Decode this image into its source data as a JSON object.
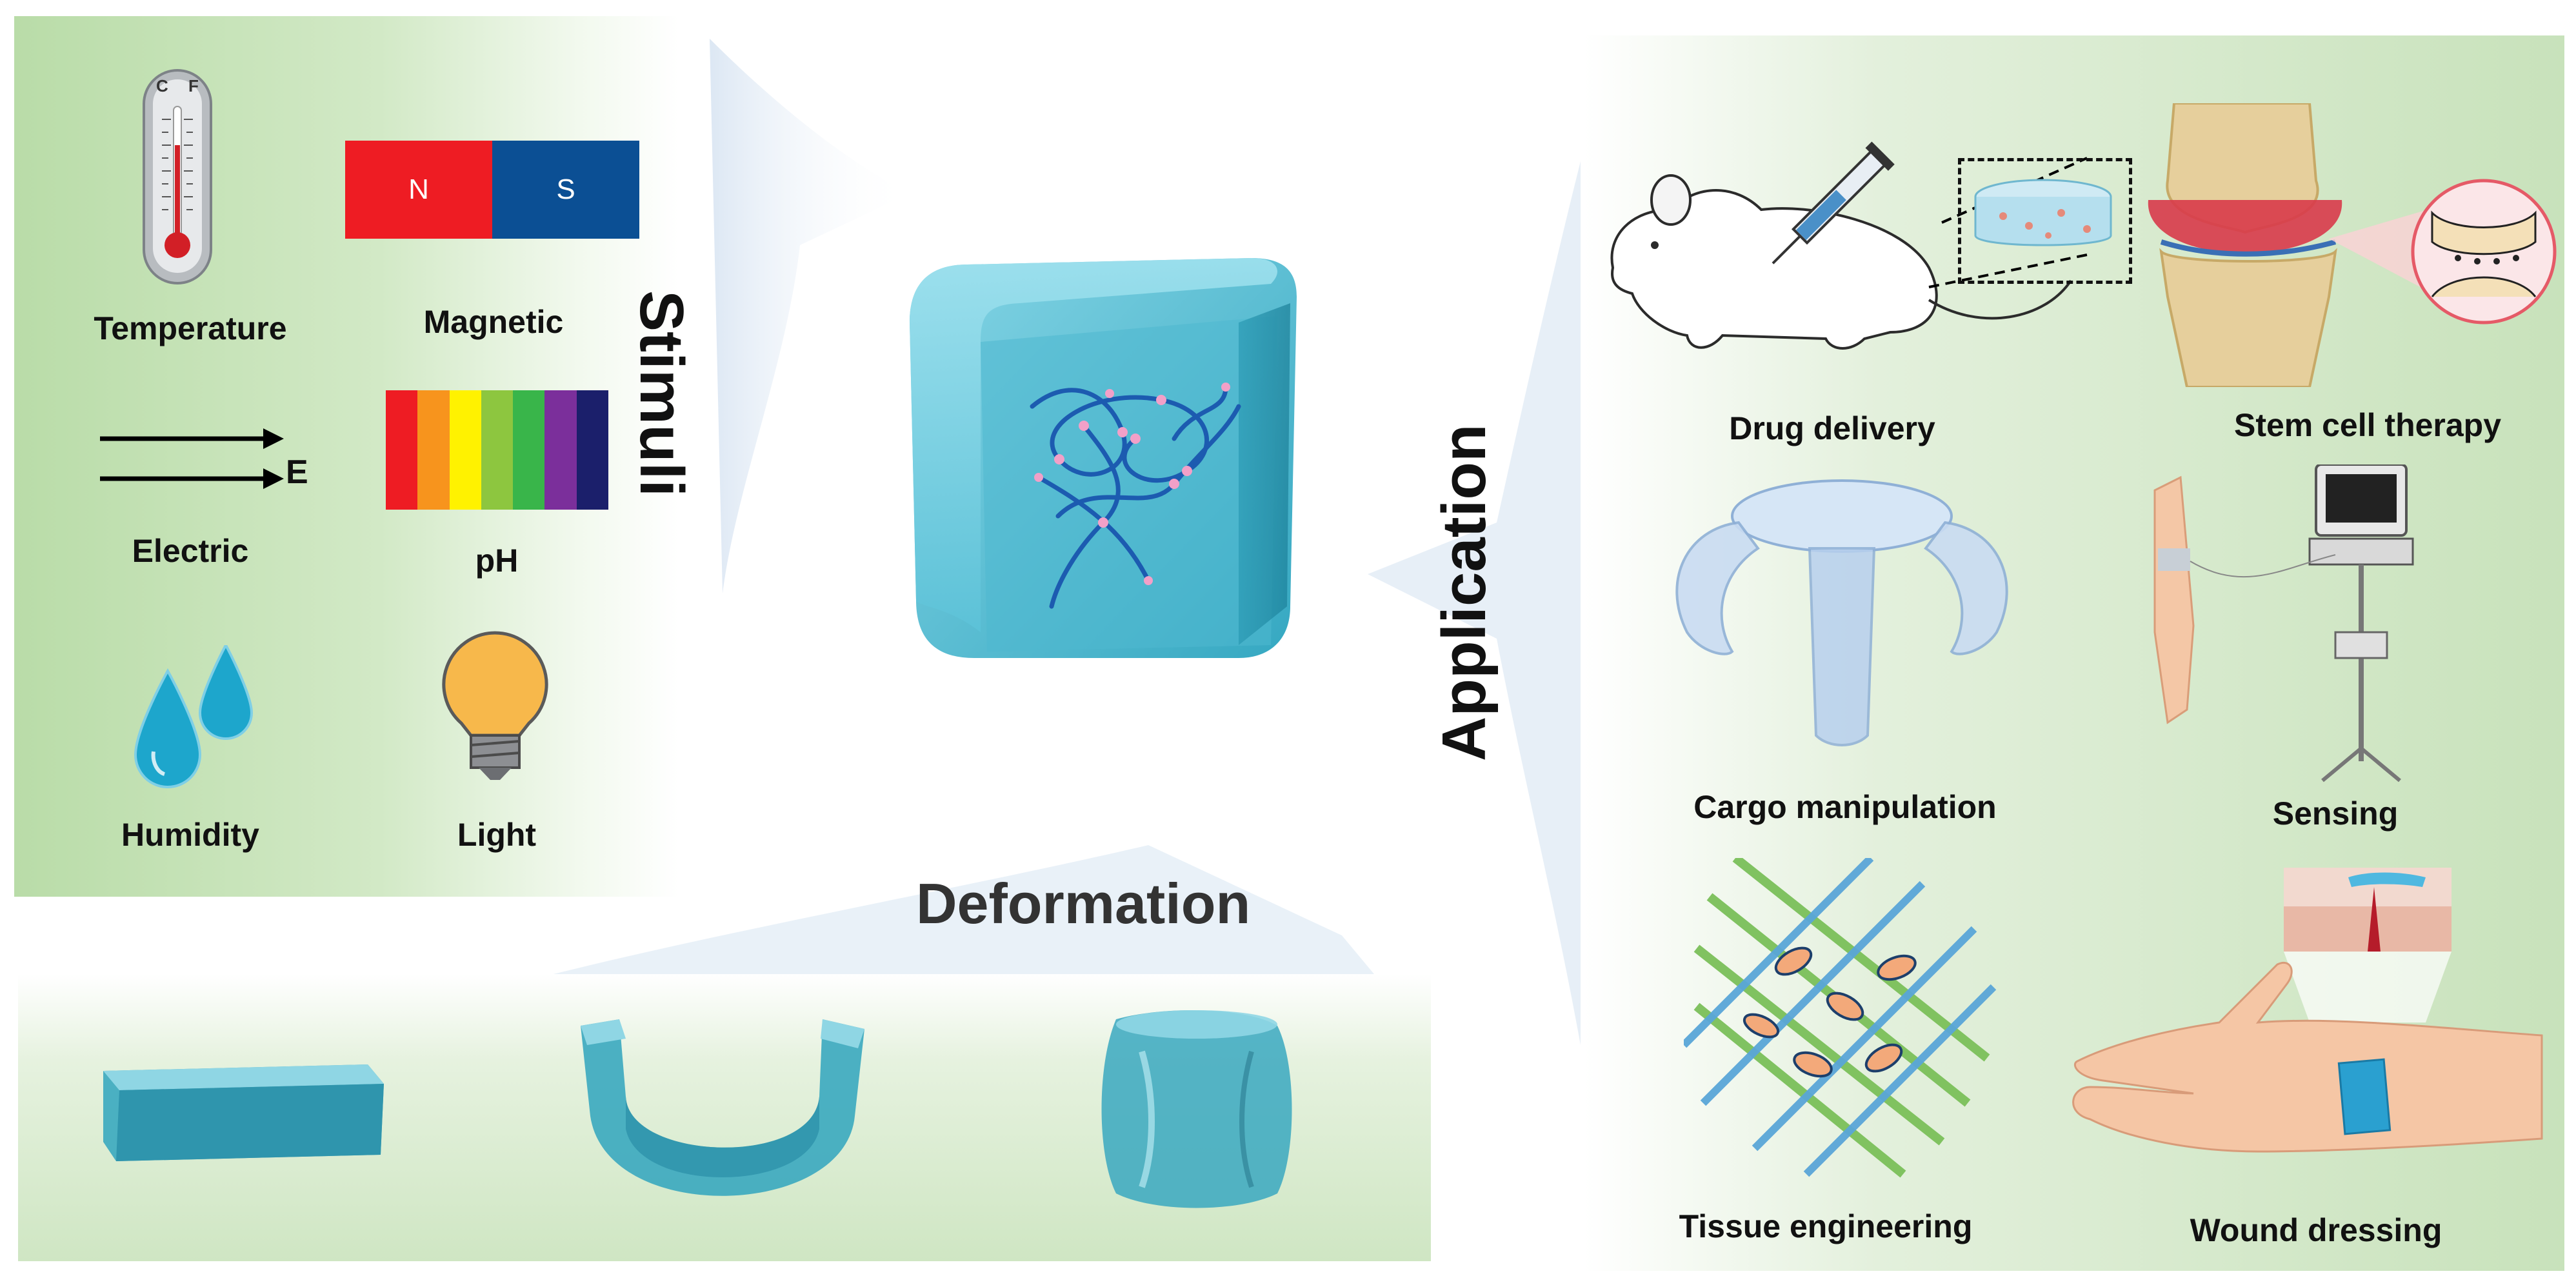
{
  "stimuli": {
    "title": "Stimuli",
    "items": {
      "temperature": "Temperature",
      "magnetic": "Magnetic",
      "electric": "Electric",
      "ph": "pH",
      "humidity": "Humidity",
      "light": "Light"
    },
    "magnet_north": "N",
    "magnet_south": "S",
    "field_symbol": "E",
    "thermometer_c": "C",
    "thermometer_f": "F",
    "ph_colors": [
      "#ee1c23",
      "#f7941d",
      "#fff200",
      "#8dc63f",
      "#39b54a",
      "#7b2f9b",
      "#1b1f6b"
    ]
  },
  "deformation": {
    "title": "Deformation"
  },
  "application": {
    "title": "Application",
    "items": {
      "drug_delivery": "Drug delivery",
      "stem_cell_therapy": "Stem cell therapy",
      "cargo_manipulation": "Cargo manipulation",
      "sensing": "Sensing",
      "tissue_engineering": "Tissue engineering",
      "wound_dressing": "Wound dressing"
    }
  },
  "colors": {
    "hydrogel": "#3fb1c9",
    "hydrogel_dark": "#1f8aa3",
    "panel_green": "#c8e2bb"
  }
}
